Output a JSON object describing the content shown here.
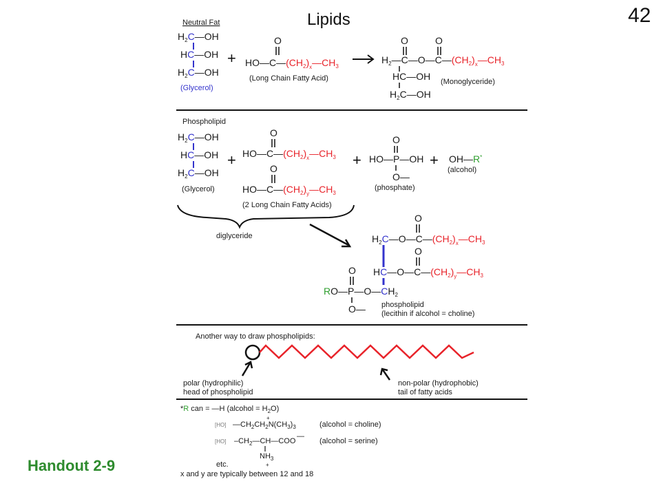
{
  "page_number": "42",
  "footer": "Handout 2-9",
  "title": "Lipids",
  "colors": {
    "red": "#e8232a",
    "blue": "#3333cc",
    "green": "#2e9e2e",
    "footer": "#2e8b2e"
  },
  "neutral_fat": {
    "heading": "Neutral Fat",
    "glycerol_rows": [
      "H2C—OH",
      "HC—OH",
      "H2C—OH"
    ],
    "glycerol_label": "(Glycerol)",
    "acid_label": "(Long Chain Fatty Acid)",
    "product_label": "(Monoglyceride)"
  },
  "phospholipid": {
    "heading": "Phospholipid",
    "glycerol_label": "(Glycerol)",
    "acids_label": "(2 Long Chain Fatty Acids)",
    "phosphate_label": "(phosphate)",
    "alcohol_label": "(alcohol)",
    "brace_label": "diglyceride",
    "product_label_1": "phospholipid",
    "product_label_2": "(lecithin if alcohol = choline)"
  },
  "another_way": {
    "heading": "Another way to draw phospholipids:",
    "head_label_1": "polar (hydrophilic)",
    "head_label_2": "head of phospholipid",
    "tail_label_1": "non-polar (hydrophobic)",
    "tail_label_2": "tail of fatty acids"
  },
  "notes": {
    "r_line": "R can = —H (alcohol = H2O)",
    "choline_prefix": "[HO]",
    "choline_formula": "—CH2CH2N(CH3)3",
    "choline_label": "(alcohol = choline)",
    "serine_prefix": "[HO]",
    "serine_formula": "–CH2—CH—COO",
    "serine_label": "(alcohol = serine)",
    "serine_sub": "NH3",
    "etc": "etc.",
    "xy": "x and y are typically between 12 and 18"
  }
}
